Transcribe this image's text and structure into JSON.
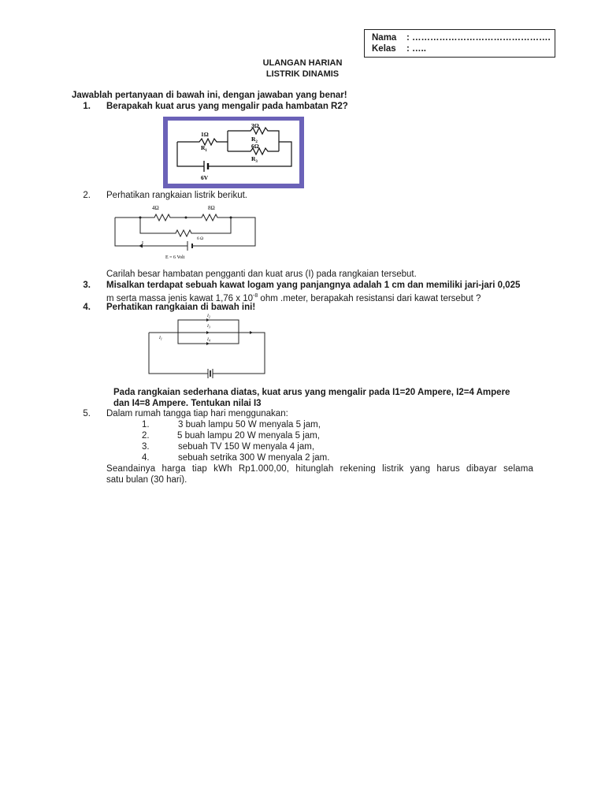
{
  "header": {
    "nama_label": "Nama",
    "nama_value": ": ……………………………………….",
    "kelas_label": "Kelas",
    "kelas_value": ": ….."
  },
  "title": {
    "line1": "ULANGAN HARIAN",
    "line2": "LISTRIK DINAMIS"
  },
  "instruction": "Jawablah pertanyaan di bawah ini, dengan jawaban yang benar!",
  "questions": [
    {
      "number": "1.",
      "text": "Berapakah kuat arus yang mengalir pada hambatan R2?"
    },
    {
      "number": "2.",
      "text": "Perhatikan rangkaian listrik berikut.",
      "after": "Carilah besar hambatan pengganti dan kuat arus (I) pada rangkaian tersebut."
    },
    {
      "number": "3.",
      "line1": "Misalkan terdapat sebuah kawat logam yang panjangnya adalah 1 cm dan memiliki jari-jari 0,025",
      "line2_a": "m serta massa jenis kawat 1,76 x 10",
      "line2_sup": "-8",
      "line2_b": " ohm .meter, berapakah resistansi dari kawat tersebut ?"
    },
    {
      "number": "4.",
      "text": "Perhatikan rangkaian di bawah ini!",
      "after1": "Pada rangkaian sederhana diatas, kuat arus yang mengalir pada I1=20 Ampere, I2=4 Ampere",
      "after2": "dan I4=8 Ampere. Tentukan nilai I3"
    },
    {
      "number": "5.",
      "text": "Dalam rumah tangga tiap hari menggunakan:",
      "items": [
        {
          "n": "1.",
          "t": "3 buah lampu 50 W menyala 5 jam,"
        },
        {
          "n": "2.",
          "t": "5 buah lampu 20 W menyala 5 jam,"
        },
        {
          "n": "3.",
          "t": "sebuah TV 150 W menyala 4 jam,"
        },
        {
          "n": "4.",
          "t": "sebuah setrika 300 W menyala 2 jam."
        }
      ],
      "after1": "Seandainya harga tiap kWh Rp1.000,00, hitunglah rekening listrik yang harus dibayar selama",
      "after2": "satu bulan (30 hari)."
    }
  ],
  "figure1": {
    "r1_value": "1Ω",
    "r1_name": "R",
    "r1_sub": "1",
    "r2_value": "3Ω",
    "r2_name": "R",
    "r2_sub": "2",
    "r3_value": "6Ω",
    "r3_name": "R",
    "r3_sub": "3",
    "battery": "6V",
    "border_color": "#6b62b8"
  },
  "figure2": {
    "r_top_left": "4Ω",
    "r_top_right": "8Ω",
    "r_bottom": "6 Ω",
    "current": "I",
    "emf": "E = 6 Volt"
  },
  "figure3": {
    "i1": "I",
    "i1_sub": "1",
    "i2": "I",
    "i2_sub": "2",
    "i3": "I",
    "i3_sub": "3",
    "i4": "I",
    "i4_sub": "4"
  }
}
